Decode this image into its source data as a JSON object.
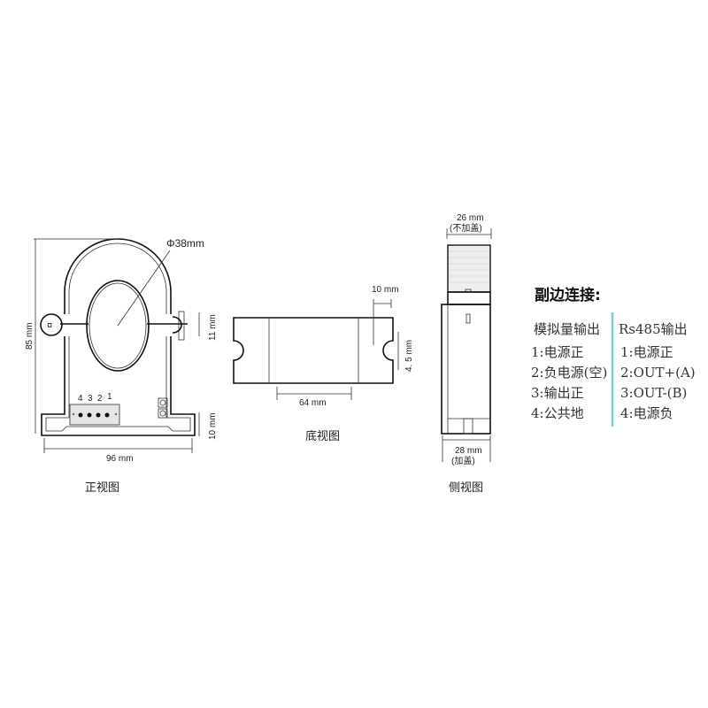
{
  "front_view": {
    "caption": "正视图",
    "diameter_label": "Φ38mm",
    "height_label": "85 mm",
    "width_label": "96 mm",
    "ear_label": "11 mm",
    "base_label": "10 mm",
    "pin_labels": [
      "4",
      "3",
      "2",
      "1"
    ]
  },
  "bottom_view": {
    "caption": "底视图",
    "length_label": "64 mm",
    "edge_label": "10 mm",
    "slot_label": "4. 5 mm"
  },
  "side_view": {
    "caption": "侧视图",
    "top_width": "26 mm",
    "top_note": "(不加盖)",
    "bottom_width": "28 mm",
    "bottom_note": "(加盖)"
  },
  "connection": {
    "title": "副边连接:",
    "divider_color": "#7fcbd0",
    "columns": [
      {
        "header": "模拟量输出",
        "rows": [
          "1:电源正",
          "2:负电源(空)",
          "3:输出正",
          "4:公共地"
        ]
      },
      {
        "header": "Rs485输出",
        "rows": [
          "1:电源正",
          "2:OUT+(A)",
          "3:OUT-(B)",
          "4:电源负"
        ]
      }
    ]
  }
}
